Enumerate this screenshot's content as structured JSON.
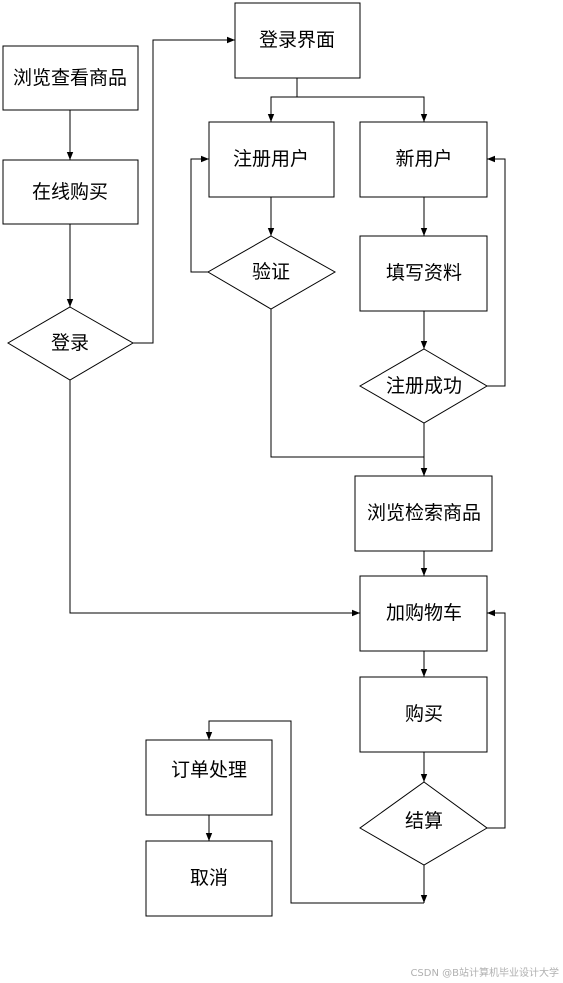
{
  "nodes": {
    "browse_view": "浏览查看商品",
    "online_buy": "在线购买",
    "login_decision": "登录",
    "login_page": "登录界面",
    "register_user": "注册用户",
    "new_user": "新用户",
    "verify": "验证",
    "fill_info": "填写资料",
    "register_success": "注册成功",
    "browse_search": "浏览检索商品",
    "add_cart": "加购物车",
    "purchase": "购买",
    "checkout": "结算",
    "order_processing": "订单处理",
    "cancel": "取消"
  },
  "watermark": "CSDN @B站计算机毕业设计大学"
}
